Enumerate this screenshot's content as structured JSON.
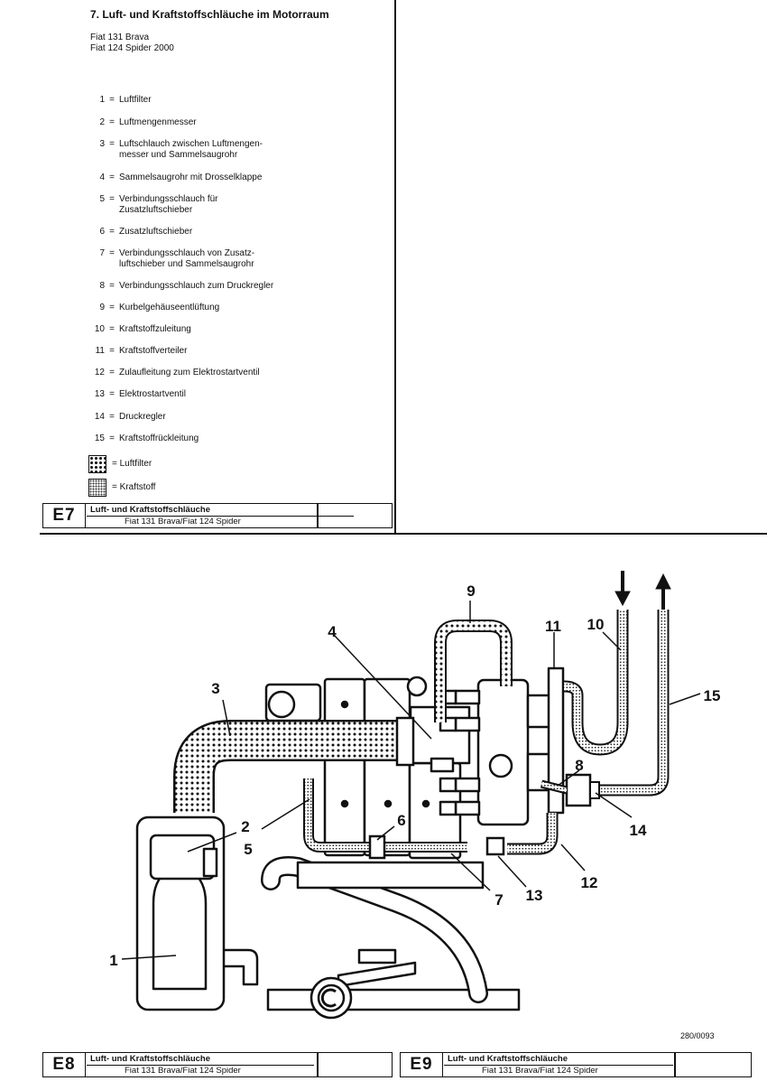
{
  "header": {
    "title": "7. Luft- und Kraftstoffschläuche im Motorraum",
    "model1": "Fiat 131 Brava",
    "model2": "Fiat 124 Spider 2000"
  },
  "legend": [
    {
      "num": "1",
      "lines": [
        "Luftfilter"
      ]
    },
    {
      "num": "2",
      "lines": [
        "Luftmengenmesser"
      ]
    },
    {
      "num": "3",
      "lines": [
        "Luftschlauch zwischen Luftmengen-",
        "messer und Sammelsaugrohr"
      ]
    },
    {
      "num": "4",
      "lines": [
        "Sammelsaugrohr mit Drosselklappe"
      ]
    },
    {
      "num": "5",
      "lines": [
        "Verbindungsschlauch für",
        "Zusatzluftschieber"
      ]
    },
    {
      "num": "6",
      "lines": [
        "Zusatzluftschieber"
      ]
    },
    {
      "num": "7",
      "lines": [
        "Verbindungsschlauch von Zusatz-",
        "luftschieber und Sammelsaugrohr"
      ]
    },
    {
      "num": "8",
      "lines": [
        "Verbindungsschlauch zum Druckregler"
      ]
    },
    {
      "num": "9",
      "lines": [
        "Kurbelgehäuseentlüftung"
      ]
    },
    {
      "num": "10",
      "lines": [
        "Kraftstoffzuleitung"
      ]
    },
    {
      "num": "11",
      "lines": [
        "Kraftstoffverteiler"
      ]
    },
    {
      "num": "12",
      "lines": [
        "Zulaufleitung zum Elektrostartventil"
      ]
    },
    {
      "num": "13",
      "lines": [
        "Elektrostartventil"
      ]
    },
    {
      "num": "14",
      "lines": [
        "Druckregler"
      ]
    },
    {
      "num": "15",
      "lines": [
        "Kraftstoffrückleitung"
      ]
    }
  ],
  "swatches": {
    "air": "= Luftfilter",
    "fuel": "= Kraftstoff"
  },
  "footers": [
    {
      "code": "E7",
      "title": "Luft- und Kraftstoffschläuche",
      "subtitle": "Fiat 131 Brava/Fiat 124 Spider"
    },
    {
      "code": "E8",
      "title": "Luft- und Kraftstoffschläuche",
      "subtitle": "Fiat 131 Brava/Fiat 124 Spider"
    },
    {
      "code": "E9",
      "title": "Luft- und Kraftstoffschläuche",
      "subtitle": "Fiat 131 Brava/Fiat 124 Spider"
    }
  ],
  "diagram": {
    "labels": [
      "1",
      "2",
      "3",
      "4",
      "5",
      "6",
      "7",
      "8",
      "9",
      "10",
      "11",
      "12",
      "13",
      "14",
      "15"
    ],
    "figure_number": "280/0093"
  }
}
